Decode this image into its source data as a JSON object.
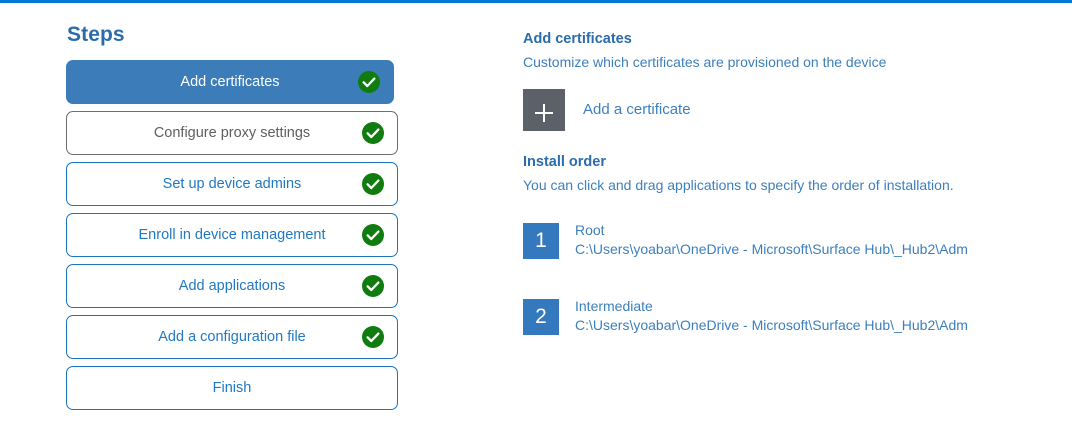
{
  "theme": {
    "accent_bar": "#0078d4",
    "heading_blue": "#2b6cac",
    "link_blue": "#3d7fbd",
    "active_step_bg": "#3b7cb9",
    "check_green": "#107c10",
    "tile_gray": "#5b6069",
    "badge_blue": "#3478bd"
  },
  "steps_panel": {
    "title": "Steps",
    "items": [
      {
        "label": "Add certificates",
        "state": "active",
        "complete": true,
        "check_icon": "check-circle-icon"
      },
      {
        "label": "Configure proxy settings",
        "state": "muted",
        "complete": true,
        "check_icon": "check-circle-icon"
      },
      {
        "label": "Set up device admins",
        "state": "default",
        "complete": true,
        "check_icon": "check-circle-icon"
      },
      {
        "label": "Enroll in device management",
        "state": "default",
        "complete": true,
        "check_icon": "check-circle-icon"
      },
      {
        "label": "Add applications",
        "state": "default",
        "complete": true,
        "check_icon": "check-circle-icon"
      },
      {
        "label": "Add a configuration file",
        "state": "default",
        "complete": true,
        "check_icon": "check-circle-icon"
      },
      {
        "label": "Finish",
        "state": "default",
        "complete": false,
        "check_icon": ""
      }
    ]
  },
  "detail": {
    "certificates": {
      "heading": "Add certificates",
      "description": "Customize which certificates are provisioned on the device",
      "add_button": {
        "icon": "plus-icon",
        "label": "Add a certificate"
      }
    },
    "install_order": {
      "heading": "Install order",
      "description": "You can click and drag applications to specify the order of installation.",
      "items": [
        {
          "number": "1",
          "name": "Root",
          "path": "C:\\Users\\yoabar\\OneDrive - Microsoft\\Surface Hub\\_Hub2\\Adm"
        },
        {
          "number": "2",
          "name": "Intermediate",
          "path": "C:\\Users\\yoabar\\OneDrive - Microsoft\\Surface Hub\\_Hub2\\Adm"
        }
      ]
    }
  }
}
